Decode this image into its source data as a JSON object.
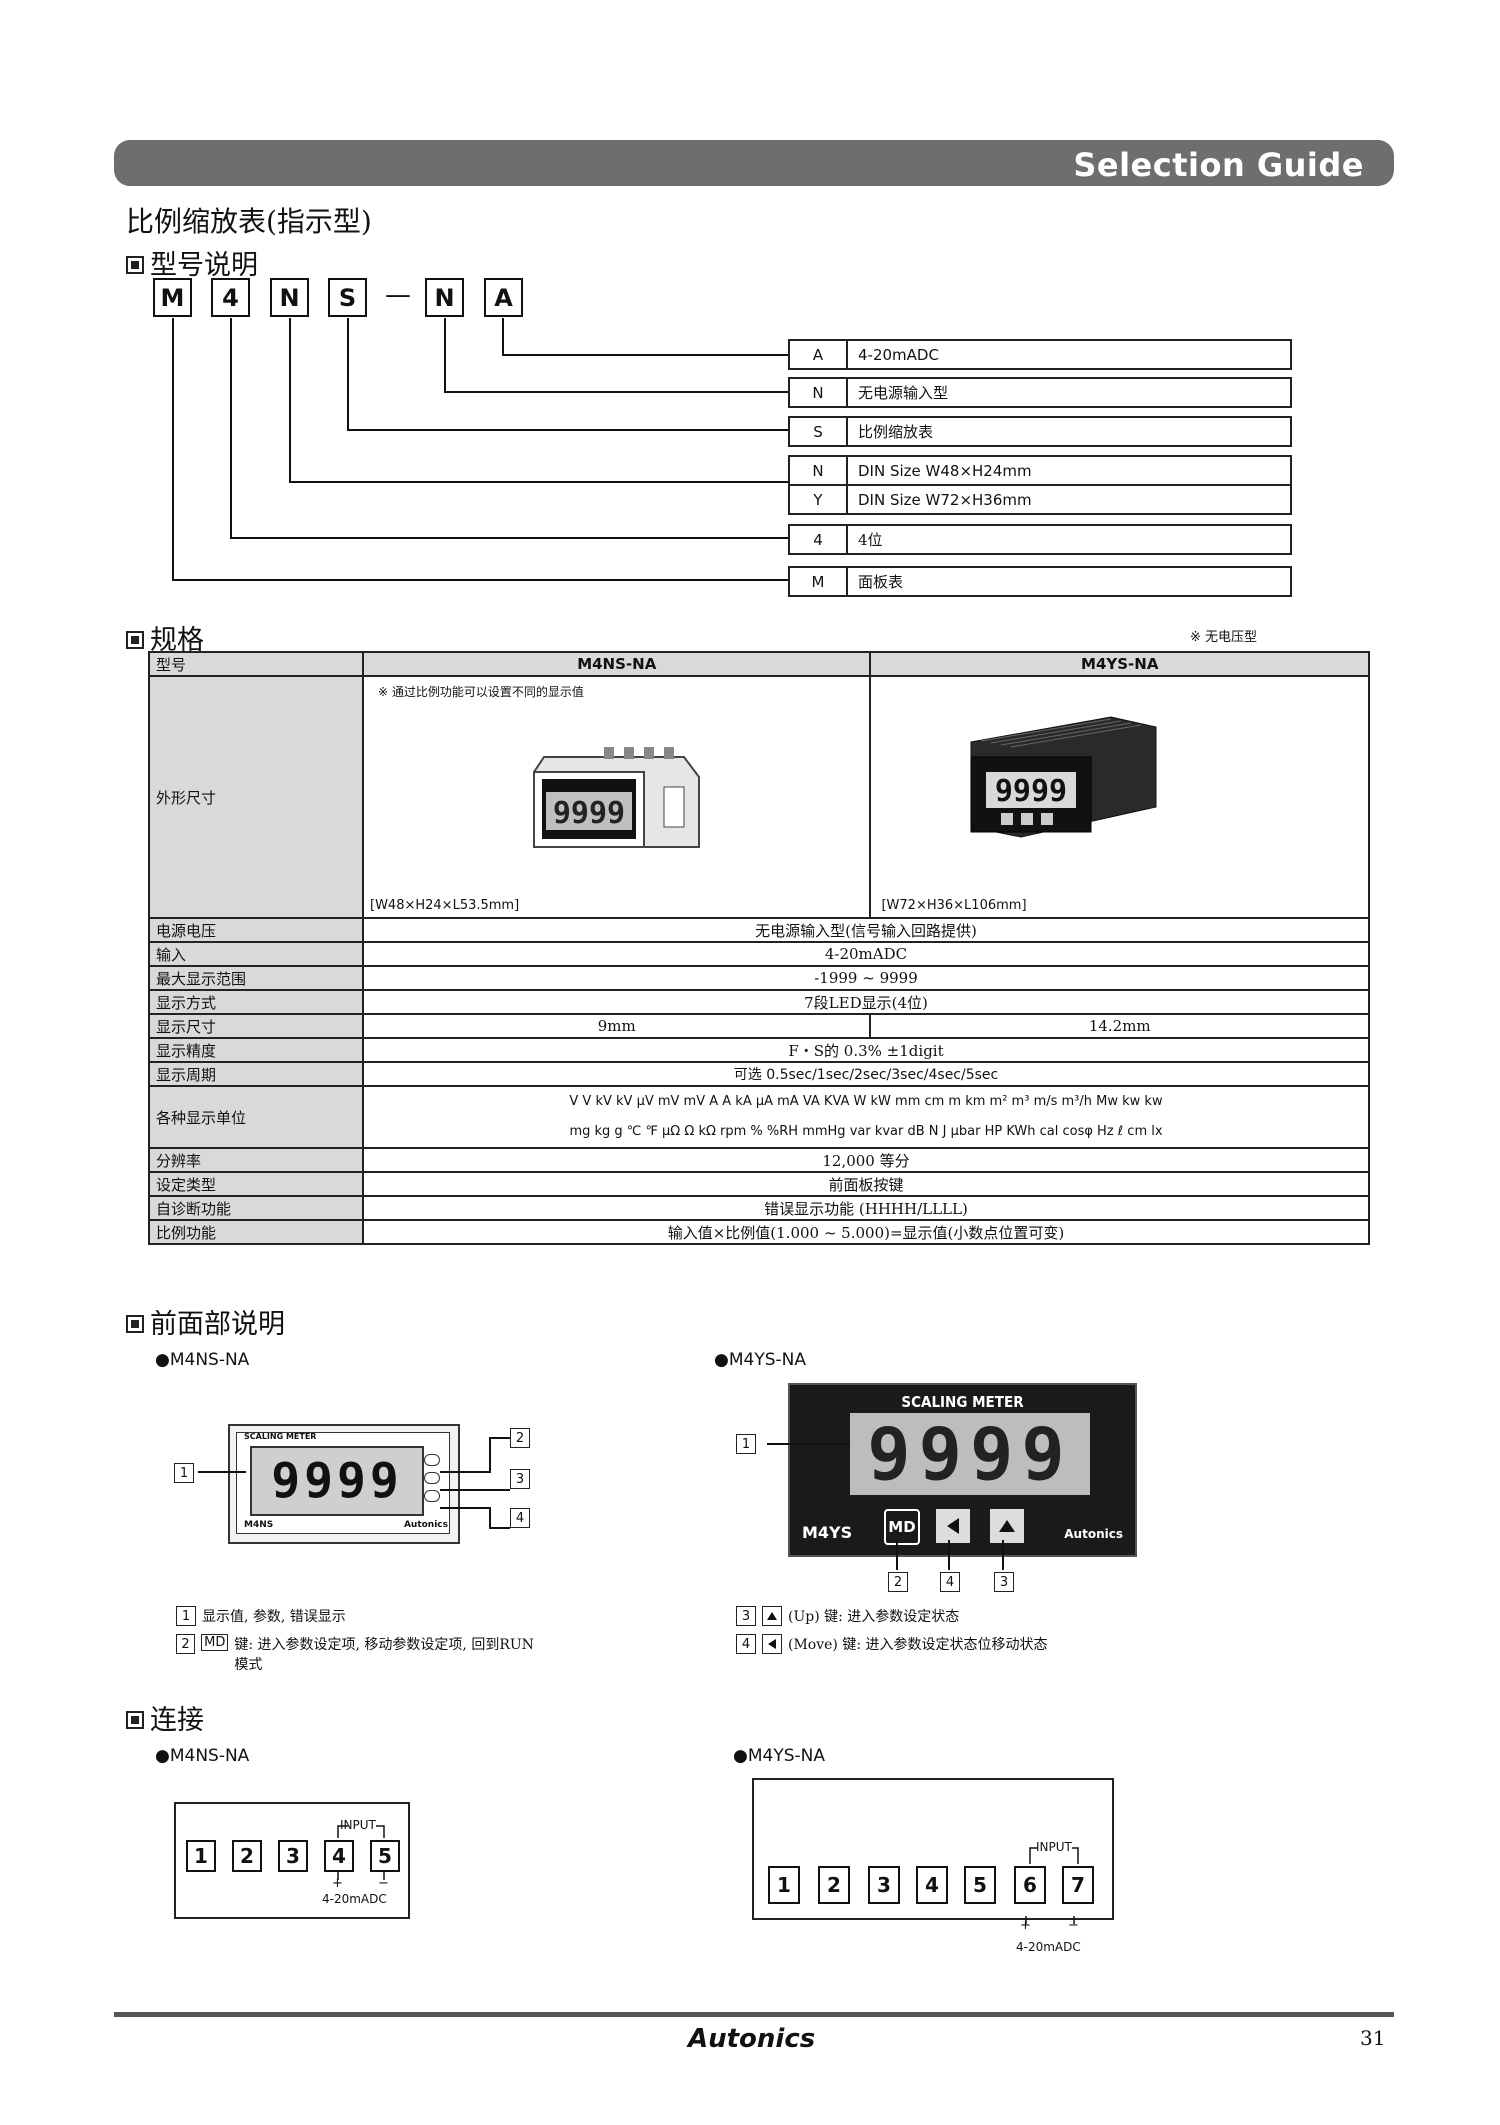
{
  "banner": {
    "title": "Selection Guide"
  },
  "main_title": "比例缩放表(指示型)",
  "sections": {
    "model": "型号说明",
    "spec": "规格",
    "front": "前面部说明",
    "connection": "连接"
  },
  "model_code": [
    "M",
    "4",
    "N",
    "S",
    "N",
    "A"
  ],
  "model_dash": "—",
  "legend": [
    {
      "key": "A",
      "value": "4-20mADC"
    },
    {
      "key": "N",
      "value": "无电源输入型"
    },
    {
      "key": "S",
      "value": "比例缩放表"
    },
    {
      "key": "N",
      "value": "DIN Size W48×H24mm"
    },
    {
      "key": "Y",
      "value": "DIN Size W72×H36mm"
    },
    {
      "key": "4",
      "value": "4位"
    },
    {
      "key": "M",
      "value": "面板表"
    }
  ],
  "spec_note": "※ 无电压型",
  "spec_table": {
    "header": [
      "型号",
      "M4NS-NA",
      "M4YS-NA"
    ],
    "outline_label": "外形尺寸",
    "outline_note": "※ 通过比例功能可以设置不同的显示值",
    "dim_a": "[W48×H24×L53.5mm]",
    "dim_b": "[W72×H36×L106mm]",
    "rows": [
      {
        "label": "电源电压",
        "value": "无电源输入型(信号输入回路提供)"
      },
      {
        "label": "输入",
        "value": "4-20mADC"
      },
      {
        "label": "最大显示范围",
        "value": "-1999 ~ 9999"
      },
      {
        "label": "显示方式",
        "value": "7段LED显示(4位)"
      },
      {
        "label": "显示尺寸",
        "value_a": "9mm",
        "value_b": "14.2mm"
      },
      {
        "label": "显示精度",
        "value": "F・S的 0.3% ±1digit"
      },
      {
        "label": "显示周期",
        "value": "可选 0.5sec/1sec/2sec/3sec/4sec/5sec"
      },
      {
        "label": "各种显示单位",
        "units1": "V  V  kV  kV  µV  mV  mV  A  A  kA  µA  mA  VA  KVA  W  kW  mm  cm  m  km  m²  m³  m/s  m³/h  Mw  kw  kw",
        "units2": "mg  kg  g  ℃  ℉  µΩ  Ω  kΩ  rpm  %  %RH  mmHg  var  kvar  dB  N  J  µbar  HP  KWh  cal  cosφ  Hz  ℓ  cm  lx"
      },
      {
        "label": "分辨率",
        "value": "12,000 等分"
      },
      {
        "label": "设定类型",
        "value": "前面板按键"
      },
      {
        "label": "自诊断功能",
        "value": "错误显示功能 (HHHH/LLLL)"
      },
      {
        "label": "比例功能",
        "value": "输入值×比例值(1.000 ~ 5.000)=显示值(小数点位置可变)"
      }
    ]
  },
  "front": {
    "m4ns_label": "●M4NS-NA",
    "m4ys_label": "●M4YS-NA",
    "display": "9999",
    "small_meter_title": "SCALING METER",
    "small_model": "M4NS",
    "brand_small": "Autonics",
    "big_meter_title": "SCALING METER",
    "big_model": "M4YS",
    "md": "MD",
    "callouts": [
      "1",
      "2",
      "3",
      "4"
    ],
    "desc1": "显示值, 参数, 错误显示",
    "desc2": "键: 进入参数设定项, 移动参数设定项, 回到RUN模式",
    "desc3": "(Up) 键: 进入参数设定状态",
    "desc4": "(Move) 键: 进入参数设定状态位移动状态"
  },
  "connection": {
    "m4ns_label": "●M4NS-NA",
    "m4ys_label": "●M4YS-NA",
    "terminals_a": [
      "1",
      "2",
      "3",
      "4",
      "5"
    ],
    "terminals_b": [
      "1",
      "2",
      "3",
      "4",
      "5",
      "6",
      "7"
    ],
    "input": "INPUT",
    "plus": "+",
    "minus": "−",
    "signal": "4-20mADC"
  },
  "footer": {
    "brand": "Autonics",
    "page": "31"
  }
}
